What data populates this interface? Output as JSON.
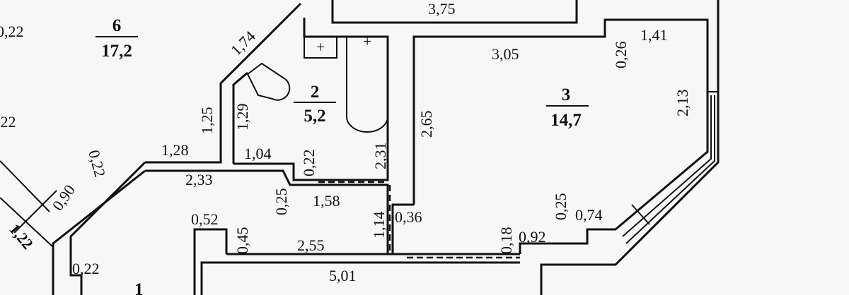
{
  "rooms": [
    {
      "number": "6",
      "area": "17,2"
    },
    {
      "number": "2",
      "area": "5,2"
    },
    {
      "number": "3",
      "area": "14,7"
    },
    {
      "number": "1",
      "area": ""
    }
  ],
  "dimensions": {
    "d_0_22_top": "0,22",
    "d_0_22_mid": ",22",
    "d_1_74": "1,74",
    "d_1_25": "1,25",
    "d_1_29": "1,29",
    "d_1_28": "1,28",
    "d_1_04": "1,04",
    "d_0_22_bath": "0,22",
    "d_2_31": "2,31",
    "d_2_33": "2,33",
    "d_0_25_left": "0,25",
    "d_1_58": "1,58",
    "d_0_52": "0,52",
    "d_0_45": "0,45",
    "d_2_55": "2,55",
    "d_1_14": "1,14",
    "d_0_36": "0,36",
    "d_5_01": "5,01",
    "d_0_22_low": "0,22",
    "d_0_90": "0,90",
    "d_0_22_diag": "0,22",
    "d_1_22": "1,22",
    "d_3_75": "3,75",
    "d_3_05": "3,05",
    "d_2_65": "2,65",
    "d_0_26": "0,26",
    "d_1_41": "1,41",
    "d_2_13": "2,13",
    "d_0_25_right": "0,25",
    "d_0_74": "0,74",
    "d_0_18": "0,18",
    "d_0_92": "0,92"
  },
  "fixtures": {
    "plus_sign": "+"
  }
}
